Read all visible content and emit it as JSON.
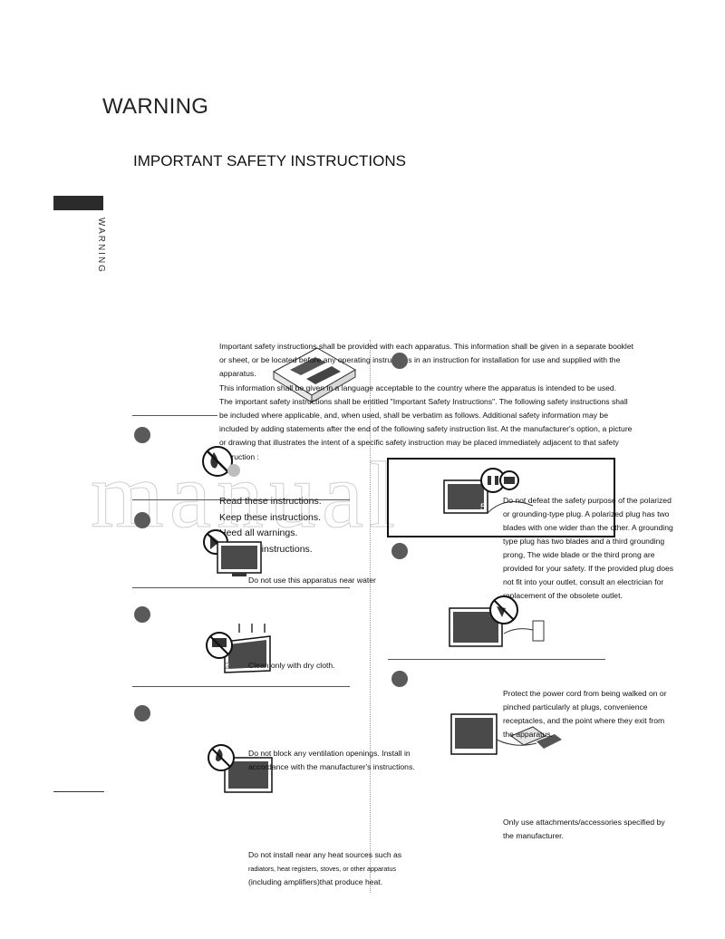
{
  "header": {
    "title": "WARNING",
    "subtitle": "IMPORTANT SAFETY INSTRUCTIONS",
    "side_label": "WARNING"
  },
  "intro": {
    "p1": "Important safety instructions shall be provided with each apparatus. This information shall be given in a separate booklet or sheet, or be located before any operating instructions in an instruction for installation for use and supplied with the apparatus.",
    "p2": "This information shall be given in a language acceptable to the country where the apparatus is intended to be used.",
    "p3": "The important safety instructions shall be entitled \"Important Safety Instructions\". The following safety instructions shall be included where applicable, and, when used, shall be verbatim as follows. Additional safety information may be included by adding statements after the end of the following safety instruction list. At the manufacturer's option, a picture or drawing that illustrates the intent of a specific safety instruction may be placed immediately adjacent to that safety instruction :"
  },
  "list": {
    "item1": "Read these instructions.",
    "item2": "Keep these instructions.",
    "item3": "Heed all warnings.",
    "item4": "Follow all instructions."
  },
  "notes": {
    "water": "Do not use this apparatus near water",
    "clean": "Clean only with dry cloth.",
    "vent_1": "Do not block any ventilation openings. Install in",
    "vent_2": "accordance with the manufacturer's instructions.",
    "heat_1": "Do not install near any heat sources such as",
    "heat_2": "radiators, heat registers, stoves, or other apparatus",
    "heat_3": "(including amplifiers)that produce heat.",
    "plug": "Do not defeat the safety purpose of the polarized or grounding-type plug. A polarized plug has two blades with one wider than the other. A grounding type plug has two blades and a third grounding prong, The wide blade or the third prong are provided for your safety. If the provided plug does not fit into your outlet, consult an electrician for replacement of the obsolete outlet.",
    "cord": "Protect the power cord from being walked on or pinched particularly at plugs, convenience receptacles, and the point where they exit from the apparatus.",
    "attach": "Only use attachments/accessories specified by the manufacturer."
  },
  "markers": {
    "clean_num": "2",
    "plug_num": "5"
  },
  "watermark": "manual"
}
